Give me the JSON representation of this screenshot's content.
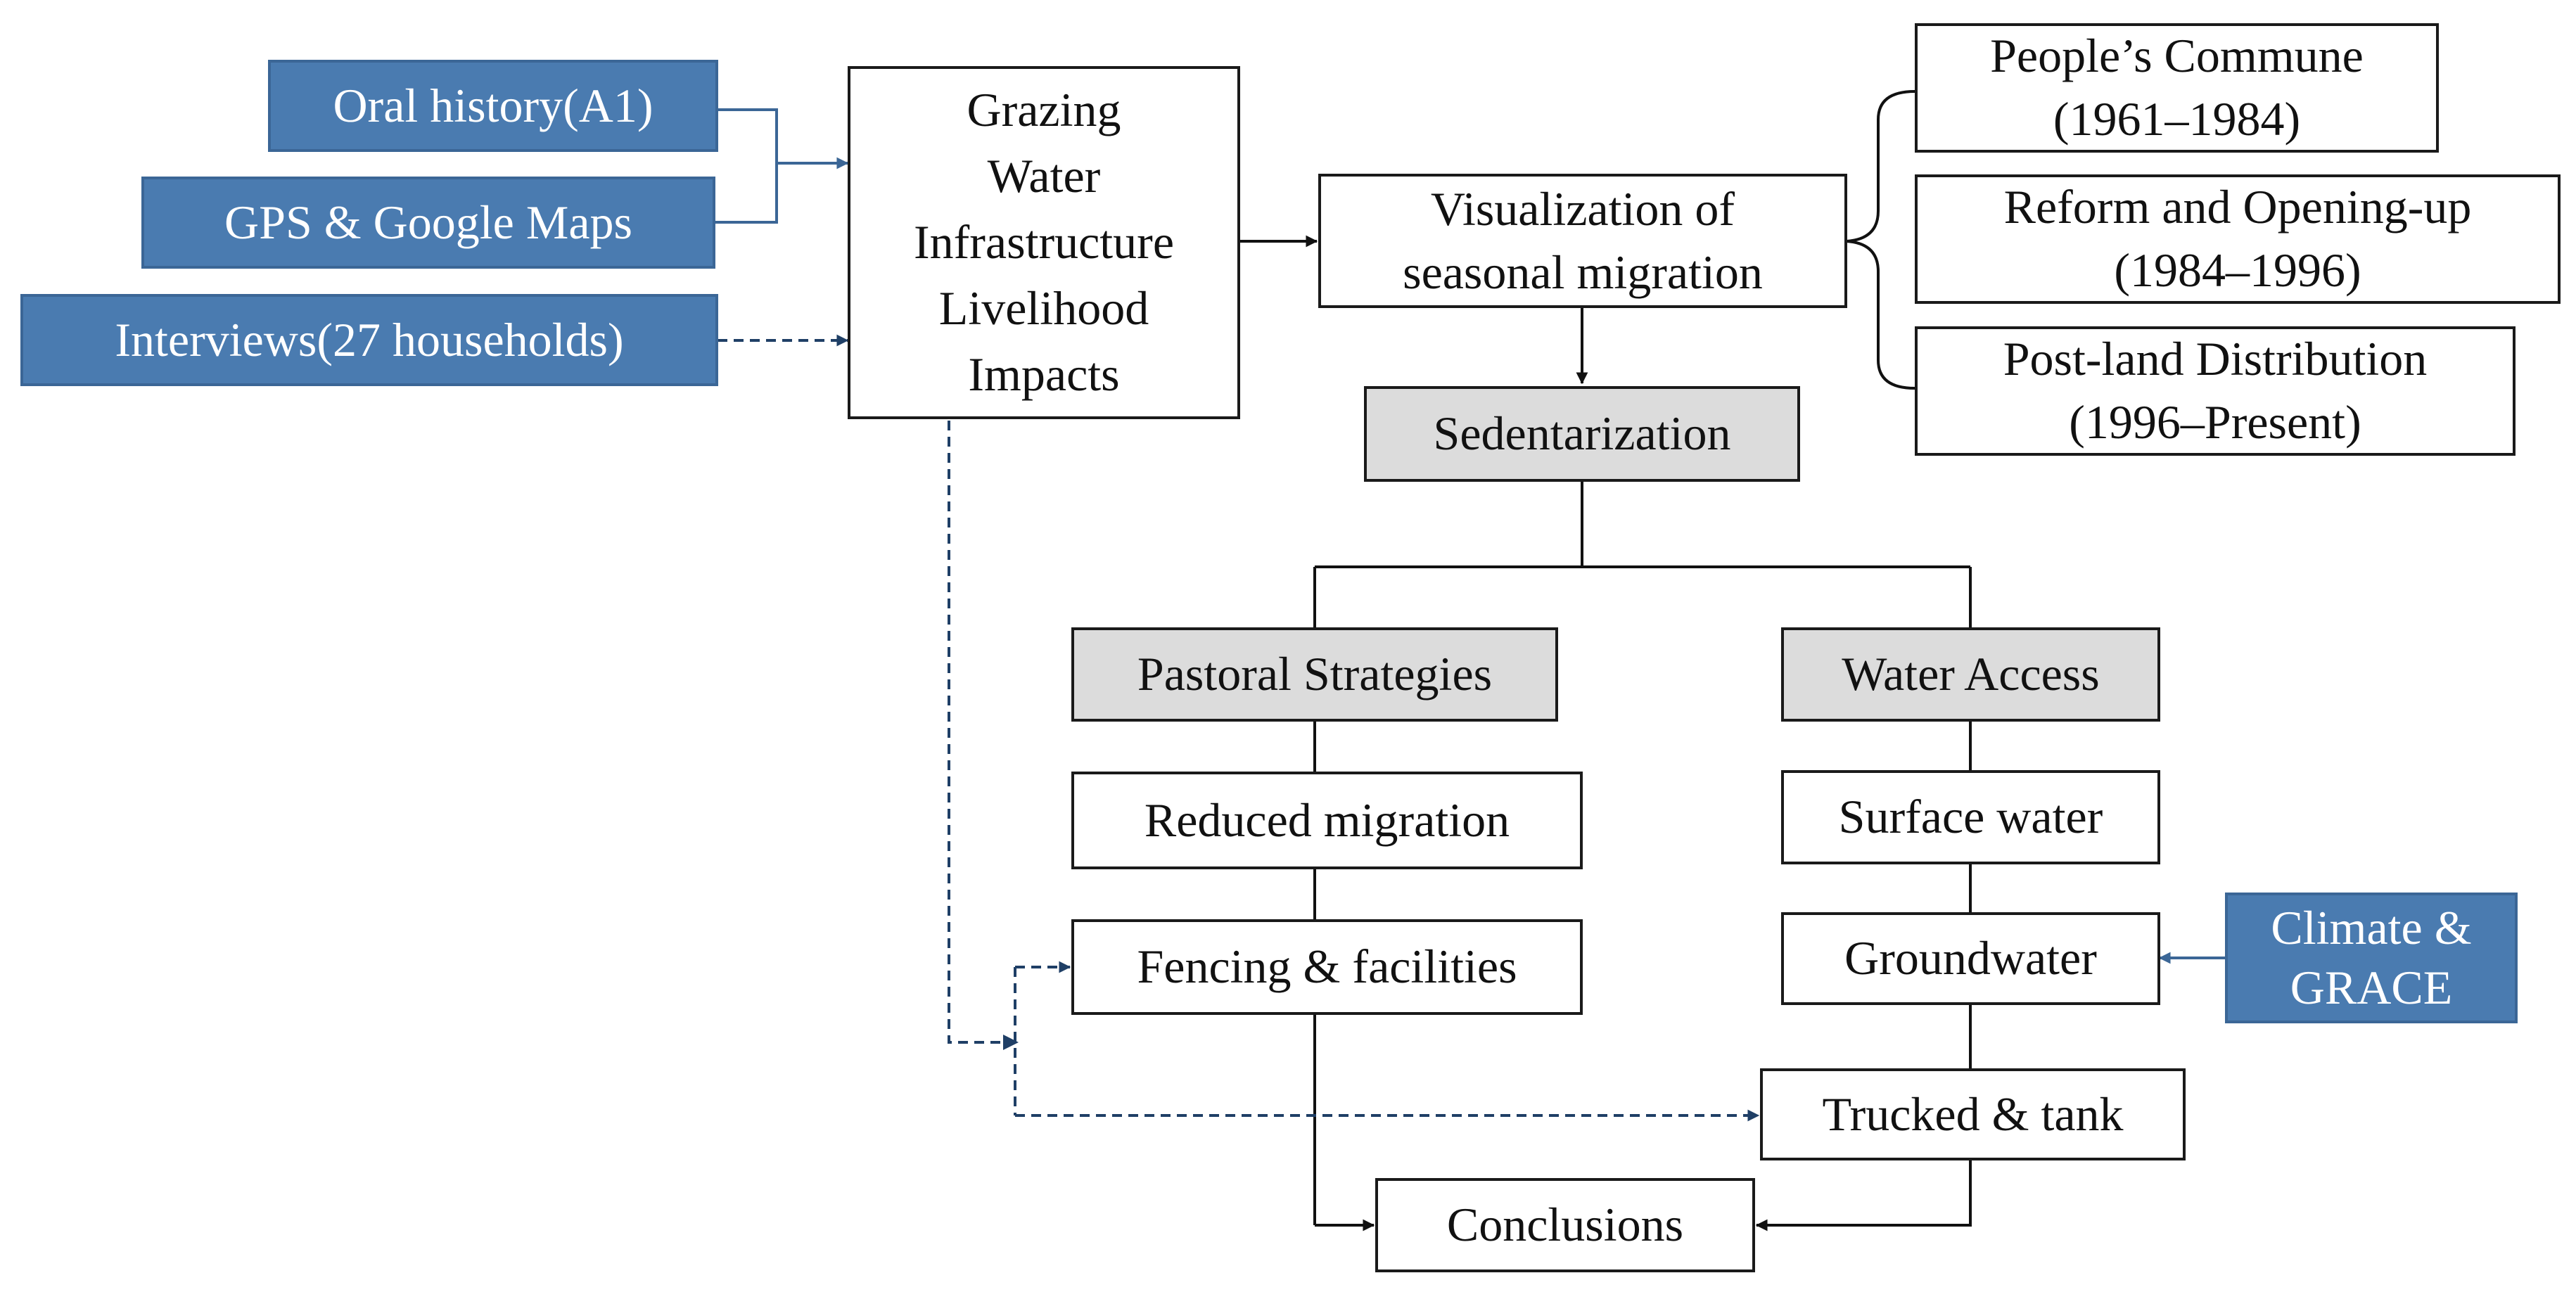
{
  "diagram": {
    "sources": {
      "oral_history": "Oral history(A1)",
      "gps": "GPS & Google Maps",
      "interviews": "Interviews(27 households)",
      "climate": [
        "Climate &",
        "GRACE"
      ]
    },
    "themes": [
      "Grazing",
      "Water",
      "Infrastructure",
      "Livelihood",
      "Impacts"
    ],
    "visualization": [
      "Visualization of",
      "seasonal migration"
    ],
    "periods": [
      [
        "People’s Commune",
        "(1961–1984)"
      ],
      [
        "Reform and Opening-up",
        "(1984–1996)"
      ],
      [
        "Post-land Distribution",
        "(1996–Present)"
      ]
    ],
    "sedentarization": "Sedentarization",
    "pastoral": {
      "title": "Pastoral Strategies",
      "items": [
        "Reduced migration",
        "Fencing & facilities"
      ]
    },
    "water": {
      "title": "Water Access",
      "items": [
        "Surface water",
        "Groundwater",
        "Trucked & tank"
      ]
    },
    "conclusions": "Conclusions"
  },
  "colors": {
    "source_fill": "#4a7bb0",
    "category_fill": "#dcdcdc",
    "dashed_line": "#1f3f66"
  }
}
